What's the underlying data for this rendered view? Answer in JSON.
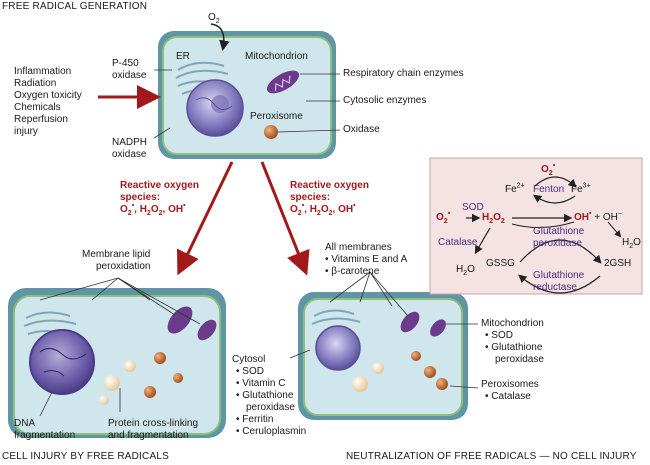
{
  "headings": {
    "generation": "FREE RADICAL GENERATION",
    "injury": "CELL INJURY BY FREE RADICALS",
    "neutralization": "NEUTRALIZATION OF FREE RADICALS — NO CELL INJURY"
  },
  "causes": [
    "Inflammation",
    "Radiation",
    "Oxygen toxicity",
    "Chemicals",
    "Reperfusion",
    "injury"
  ],
  "top_cell": {
    "p450": [
      "P-450",
      "oxidase"
    ],
    "nadph": [
      "NADPH",
      "oxidase"
    ],
    "er": "ER",
    "mitochondrion": "Mitochondrion",
    "peroxisome": "Peroxisome",
    "respiratory": "Respiratory chain enzymes",
    "cytosolic": "Cytosolic enzymes",
    "oxidase": "Oxidase"
  },
  "ros": [
    "Reactive oxygen",
    "species:"
  ],
  "reactions": {
    "fenton": "Fenton",
    "sod": "SOD",
    "catalase": "Catalase",
    "gpx": [
      "Glutathione",
      "peroxidase"
    ],
    "gr": [
      "Glutathione",
      "reductase"
    ],
    "gssg": "GSSG",
    "gsh": "2GSH"
  },
  "injury": {
    "lipid": [
      "Membrane lipid",
      "peroxidation"
    ],
    "dna": [
      "DNA",
      "fragmentation"
    ],
    "protein": [
      "Protein cross-linking",
      "and fragmentation"
    ]
  },
  "neutral": {
    "membranes": [
      "All membranes",
      "Vitamins E and A",
      "β-carotene"
    ],
    "cytosol": [
      "Cytosol",
      "SOD",
      "Vitamin C",
      "Glutathione",
      "peroxidase",
      "Ferritin",
      "Ceruloplasmin"
    ],
    "mito": [
      "Mitochondrion",
      "SOD",
      "Glutathione",
      "peroxidase"
    ],
    "perox": [
      "Peroxisomes",
      "Catalase"
    ]
  },
  "colors": {
    "accent_red": "#a3181b",
    "enzyme_purple": "#4b2d7f",
    "cell_membrane": "#5f96a6",
    "cytoplasm": "#cfe6ec",
    "reaction_box": "#f5e3e3"
  }
}
